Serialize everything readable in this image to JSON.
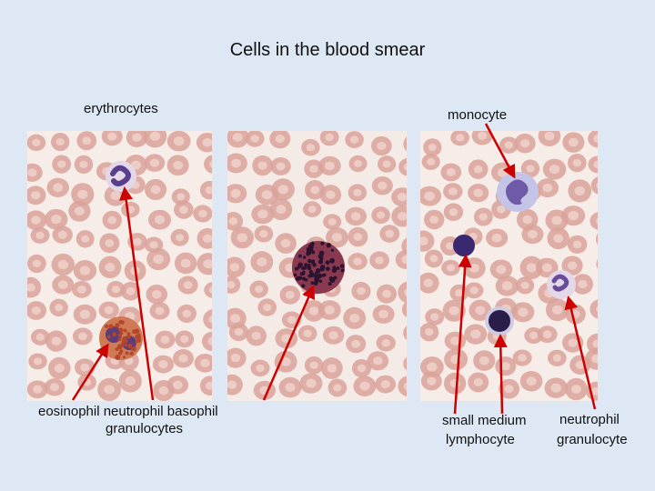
{
  "slide": {
    "title": "Cells in the blood smear",
    "labels": {
      "erythrocytes": "erythrocytes",
      "monocyte": "monocyte",
      "granulocytes_left_line1": "eosinophil   neutrophil   basophil",
      "granulocytes_left_line2": "granulocytes",
      "lymphocyte_line1": "small medium",
      "lymphocyte_line2": "lymphocyte",
      "neutrophil_right_line1": "neutrophil",
      "neutrophil_right_line2": "granulocyte"
    }
  },
  "colors": {
    "background": "#dde8f4",
    "arrow": "#cc0000",
    "erythrocyte": "#d9a29a",
    "erythrocyte_center": "#ecccc4",
    "nucleus_purple": "#5a3f8c",
    "basophil": "#3b1d3d",
    "eosinophil_granules": "#c0522e",
    "monocyte_cytoplasm": "#b8bce0",
    "lymphocyte": "#2c1f5e"
  }
}
